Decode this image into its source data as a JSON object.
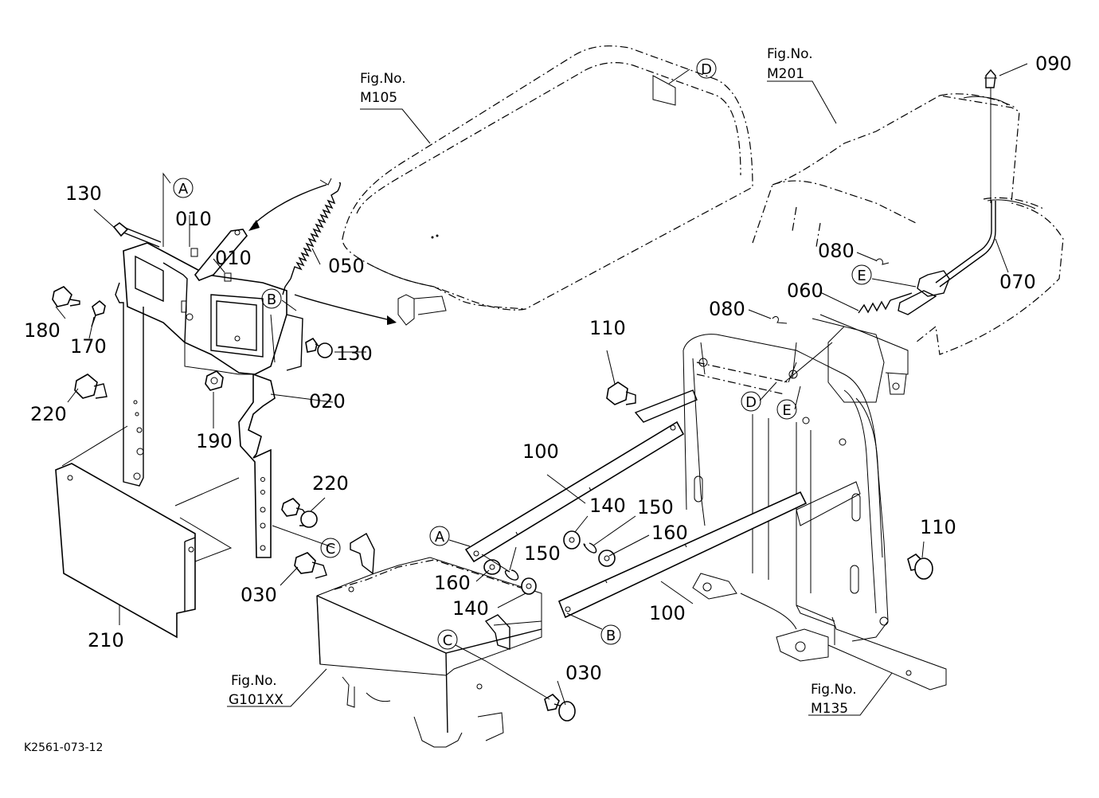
{
  "diagram": {
    "fig_refs": {
      "m105_a": "Fig.No.",
      "m105_b": "M105",
      "m201_a": "Fig.No.",
      "m201_b": "M201",
      "g101_a": "Fig.No.",
      "g101_b": "G101XX",
      "m135_a": "Fig.No.",
      "m135_b": "M135"
    },
    "callouts": {
      "A1": "A",
      "A2": "A",
      "B1": "B",
      "B2": "B",
      "C1": "C",
      "C2": "C",
      "D1": "D",
      "D2": "D",
      "E1": "E",
      "E2": "E"
    },
    "parts": {
      "p010a": "010",
      "p010b": "010",
      "p020": "020",
      "p030a": "030",
      "p030b": "030",
      "p050": "050",
      "p060": "060",
      "p070": "070",
      "p080a": "080",
      "p080b": "080",
      "p090": "090",
      "p100a": "100",
      "p100b": "100",
      "p110a": "110",
      "p110b": "110",
      "p130a": "130",
      "p130b": "130",
      "p140a": "140",
      "p140b": "140",
      "p150a": "150",
      "p150b": "150",
      "p160a": "160",
      "p160b": "160",
      "p170": "170",
      "p180": "180",
      "p190": "190",
      "p210": "210",
      "p220a": "220",
      "p220b": "220"
    },
    "drawing_code": "K2561-073-12"
  }
}
